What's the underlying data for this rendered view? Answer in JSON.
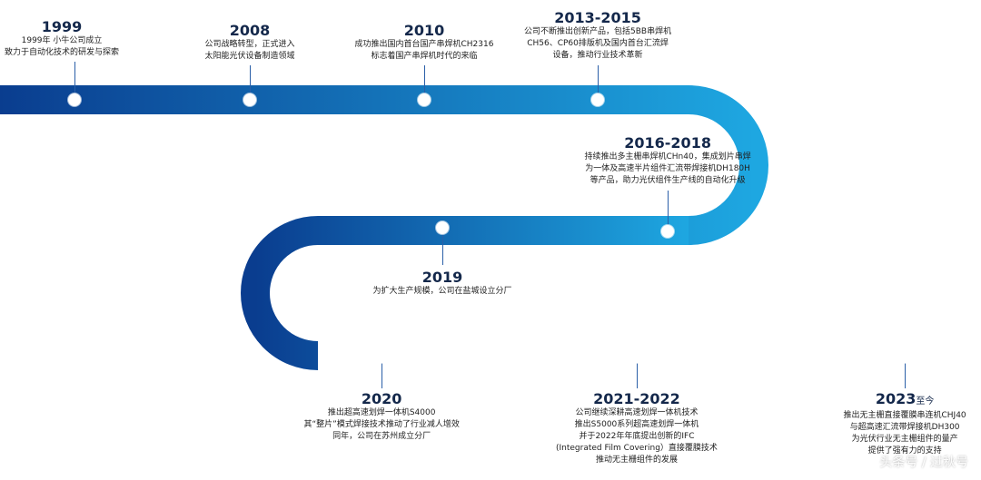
{
  "timeline": {
    "colors": {
      "dark": "#0a3d8f",
      "mid": "#1565c0",
      "light": "#1ea7e1",
      "node": "#ffffff"
    },
    "events": [
      {
        "year": "1999",
        "suffix": "",
        "lines": [
          "1999年 小牛公司成立",
          "致力于自动化技术的研发与探索"
        ]
      },
      {
        "year": "2008",
        "suffix": "",
        "lines": [
          "公司战略转型，正式进入",
          "太阳能光伏设备制造领域"
        ]
      },
      {
        "year": "2010",
        "suffix": "",
        "lines": [
          "成功推出国内首台国产串焊机CH2316",
          "标志着国产串焊机时代的来临"
        ]
      },
      {
        "year": "2013-2015",
        "suffix": "",
        "lines": [
          "公司不断推出创新产品，包括5BB串焊机",
          "CH56、CP60排版机及国内首台汇流焊",
          "设备，推动行业技术革新"
        ]
      },
      {
        "year": "2016-2018",
        "suffix": "",
        "lines": [
          "持续推出多主栅串焊机CHn40，集成划片串焊",
          "为一体及高速半片组件汇流带焊接机DH180H",
          "等产品，助力光伏组件生产线的自动化升级"
        ]
      },
      {
        "year": "2019",
        "suffix": "",
        "lines": [
          "为扩大生产规模，公司在盐城设立分厂"
        ]
      },
      {
        "year": "2020",
        "suffix": "",
        "lines": [
          "推出超高速划焊一体机S4000",
          "其“整片”模式焊接技术推动了行业减人增效",
          "同年，公司在苏州成立分厂"
        ]
      },
      {
        "year": "2021-2022",
        "suffix": "",
        "lines": [
          "公司继续深耕高速划焊一体机技术",
          "推出S5000系列超高速划焊一体机",
          "并于2022年年底提出创新的IFC",
          "(Integrated Film Covering）直接覆膜技术",
          "推动无主栅组件的发展"
        ]
      },
      {
        "year": "2023",
        "suffix": "至今",
        "lines": [
          "推出无主栅直接覆膜串连机CHJ40",
          "与超高速汇流带焊接机DH300",
          "为光伏行业无主栅组件的量产",
          "提供了强有力的支持"
        ]
      }
    ]
  },
  "watermark": "头条号 / 过秋号"
}
